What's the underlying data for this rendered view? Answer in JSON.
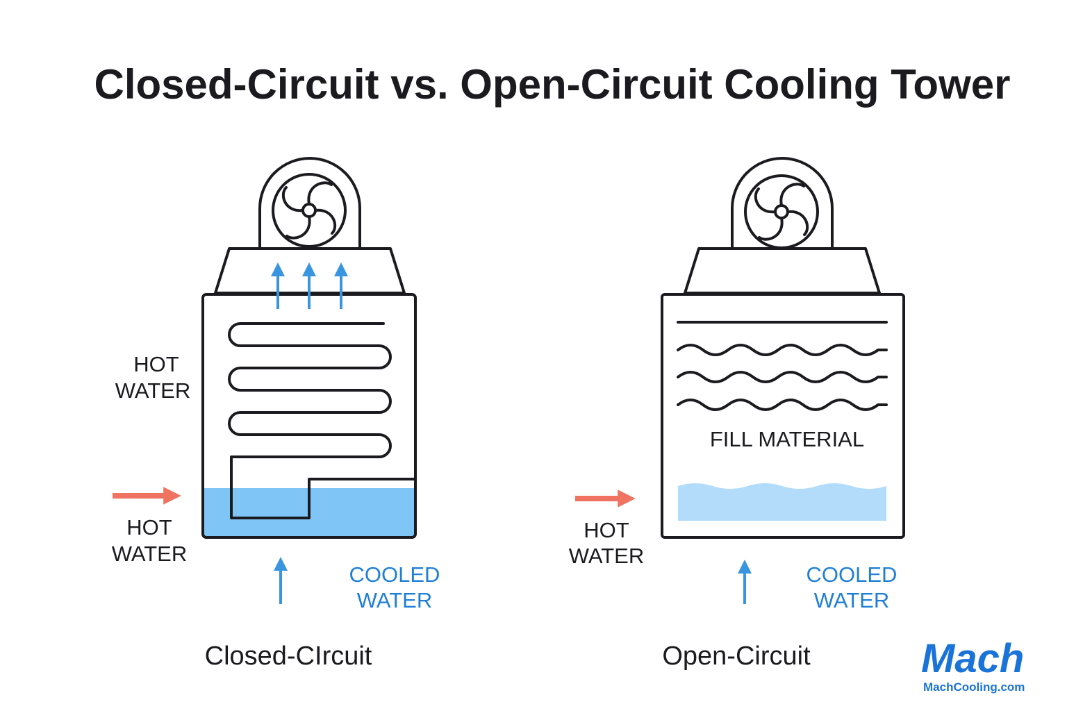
{
  "title": "Closed-Circuit vs. Open-Circuit Cooling Tower",
  "closed": {
    "caption": "Closed-CIrcuit",
    "coil_label": [
      "HOT",
      "WATER"
    ],
    "inlet_label": [
      "HOT",
      "WATER"
    ],
    "outlet_label": [
      "COOLED",
      "WATER"
    ]
  },
  "open": {
    "caption": "Open-Circuit",
    "fill_label": "FILL MATERIAL",
    "inlet_label": [
      "HOT",
      "WATER"
    ],
    "outlet_label": [
      "COOLED",
      "WATER"
    ]
  },
  "brand": {
    "logo": "Mach",
    "url": "MachCooling.com"
  },
  "colors": {
    "outline": "#1b1b1f",
    "hot_arrow": "#f07260",
    "air_arrow": "#3a95e0",
    "water": "#7fc6f7",
    "water_light": "#b3dcfa",
    "accent_text": "#1f7fd6",
    "brand": "#1a73d8"
  },
  "icons": [
    "fan-icon",
    "hot-water-arrow-icon",
    "air-flow-arrow-icon",
    "cooled-water-arrow-icon",
    "serpentine-coil-icon",
    "fill-wave-icon"
  ]
}
